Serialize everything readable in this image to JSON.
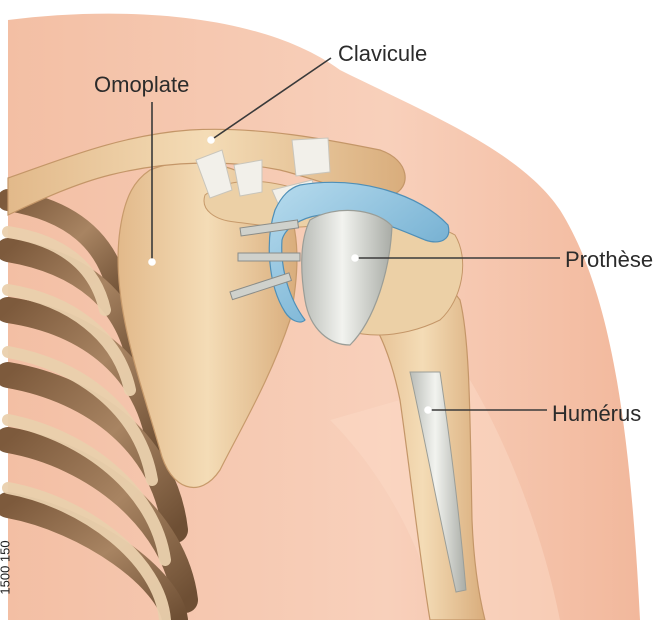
{
  "labels": {
    "clavicule": "Clavicule",
    "omoplate": "Omoplate",
    "prothese": "Prothèse",
    "humerus": "Humérus"
  },
  "credit": "1500 150",
  "colors": {
    "skin": "#f6c7ae",
    "skin_light": "#fbd9c6",
    "bone": "#efd2a7",
    "bone_shadow": "#c9a070",
    "rib": "#8e6c4c",
    "implant_blue": "#8fc2de",
    "metal": "#d9dbd6",
    "leader": "#3a3a3a"
  }
}
